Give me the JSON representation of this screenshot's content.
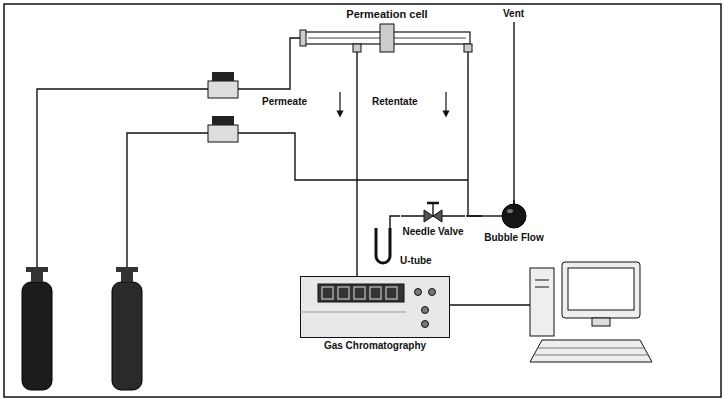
{
  "diagram": {
    "nodes": [
      {
        "text": [
          "Permeation cell"
        ]
      },
      {
        "text": [
          "Needle Valve"
        ]
      },
      {
        "text": [
          "Bubble Flow"
        ]
      },
      {
        "text": [
          "U-tube"
        ]
      },
      {
        "text": [
          "Gas Chromatography"
        ]
      }
    ],
    "edges": [
      {
        "from": 0,
        "to": 4,
        "arrow": "none"
      },
      {
        "from": 0,
        "to": 2,
        "arrow": "none"
      },
      {
        "from": 3,
        "to": 1,
        "arrow": "none"
      },
      {
        "from": 1,
        "to": 2,
        "arrow": "none"
      }
    ],
    "labels": [
      "Permeate",
      "Retentate",
      "Vent"
    ]
  }
}
